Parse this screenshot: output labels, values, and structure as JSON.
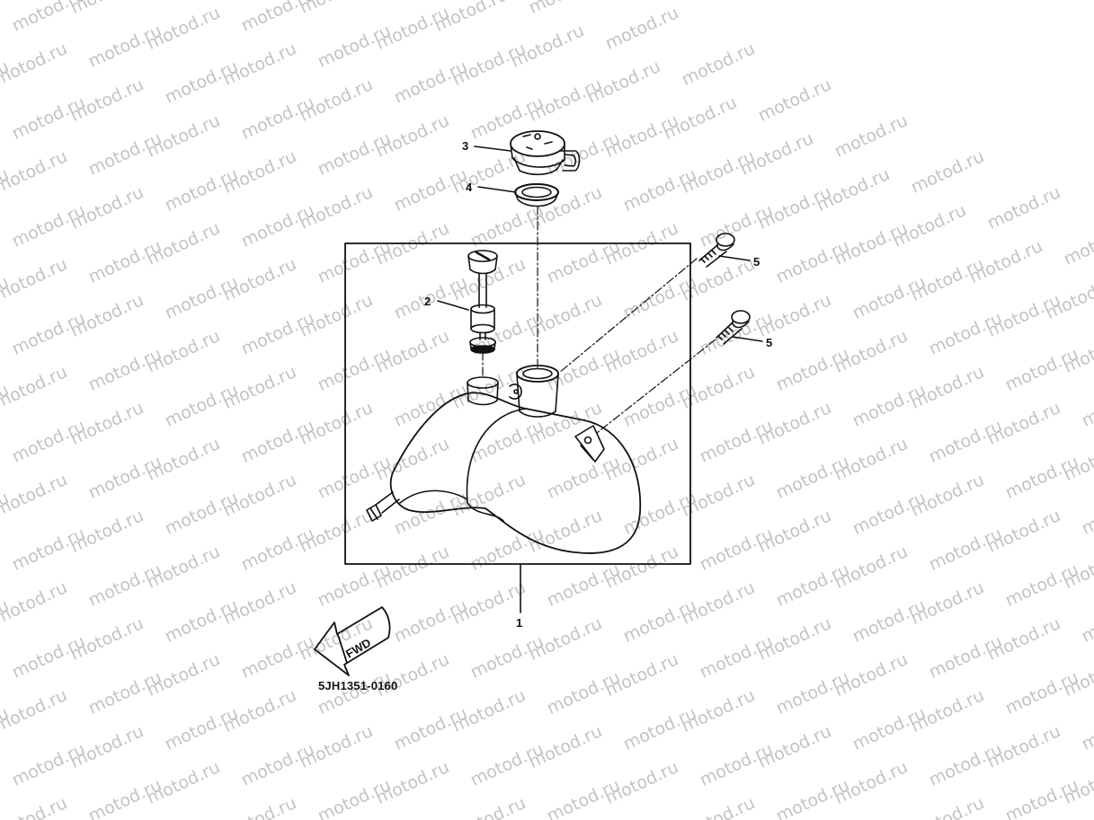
{
  "watermark": {
    "text": "motod.ru",
    "color": "#b9b9b9"
  },
  "callouts": {
    "part1": "1",
    "part2": "2",
    "part3": "3",
    "part4": "4",
    "part5a": "5",
    "part5b": "5"
  },
  "fwd_label": "FWD",
  "diagram_code": "5JH1351-0160",
  "line_color": "#111111"
}
